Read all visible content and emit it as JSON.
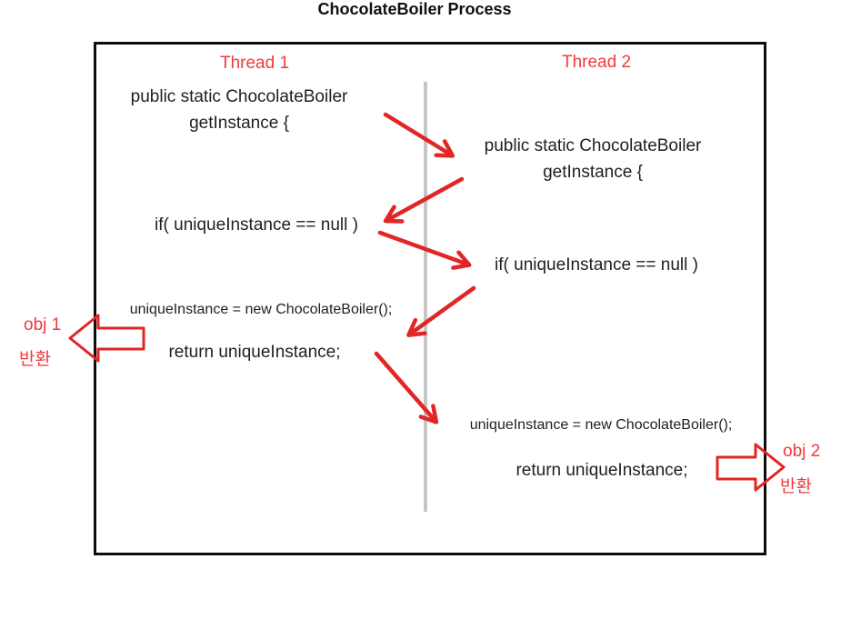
{
  "title": "ChocolateBoiler Process",
  "colors": {
    "label_red": "#f03b3b",
    "arrow_red": "#e32525",
    "code_text": "#1f1f1f",
    "timeline_gray": "#c6c6c6",
    "border_black": "#0d0d0d"
  },
  "thread1": {
    "label": "Thread 1",
    "signature_line1": "public static ChocolateBoiler",
    "signature_line2": "getInstance {",
    "if_check": "if( uniqueInstance == null )",
    "instantiation": "uniqueInstance = new ChocolateBoiler();",
    "return_statement": "return uniqueInstance;"
  },
  "thread2": {
    "label": "Thread 2",
    "signature_line1": "public static ChocolateBoiler",
    "signature_line2": "getInstance {",
    "if_check": "if( uniqueInstance == null )",
    "instantiation": "uniqueInstance = new ChocolateBoiler();",
    "return_statement": "return uniqueInstance;"
  },
  "result_left": {
    "line1": "obj 1",
    "line2": "반환"
  },
  "result_right": {
    "line1": "obj 2",
    "line2": "반환"
  }
}
